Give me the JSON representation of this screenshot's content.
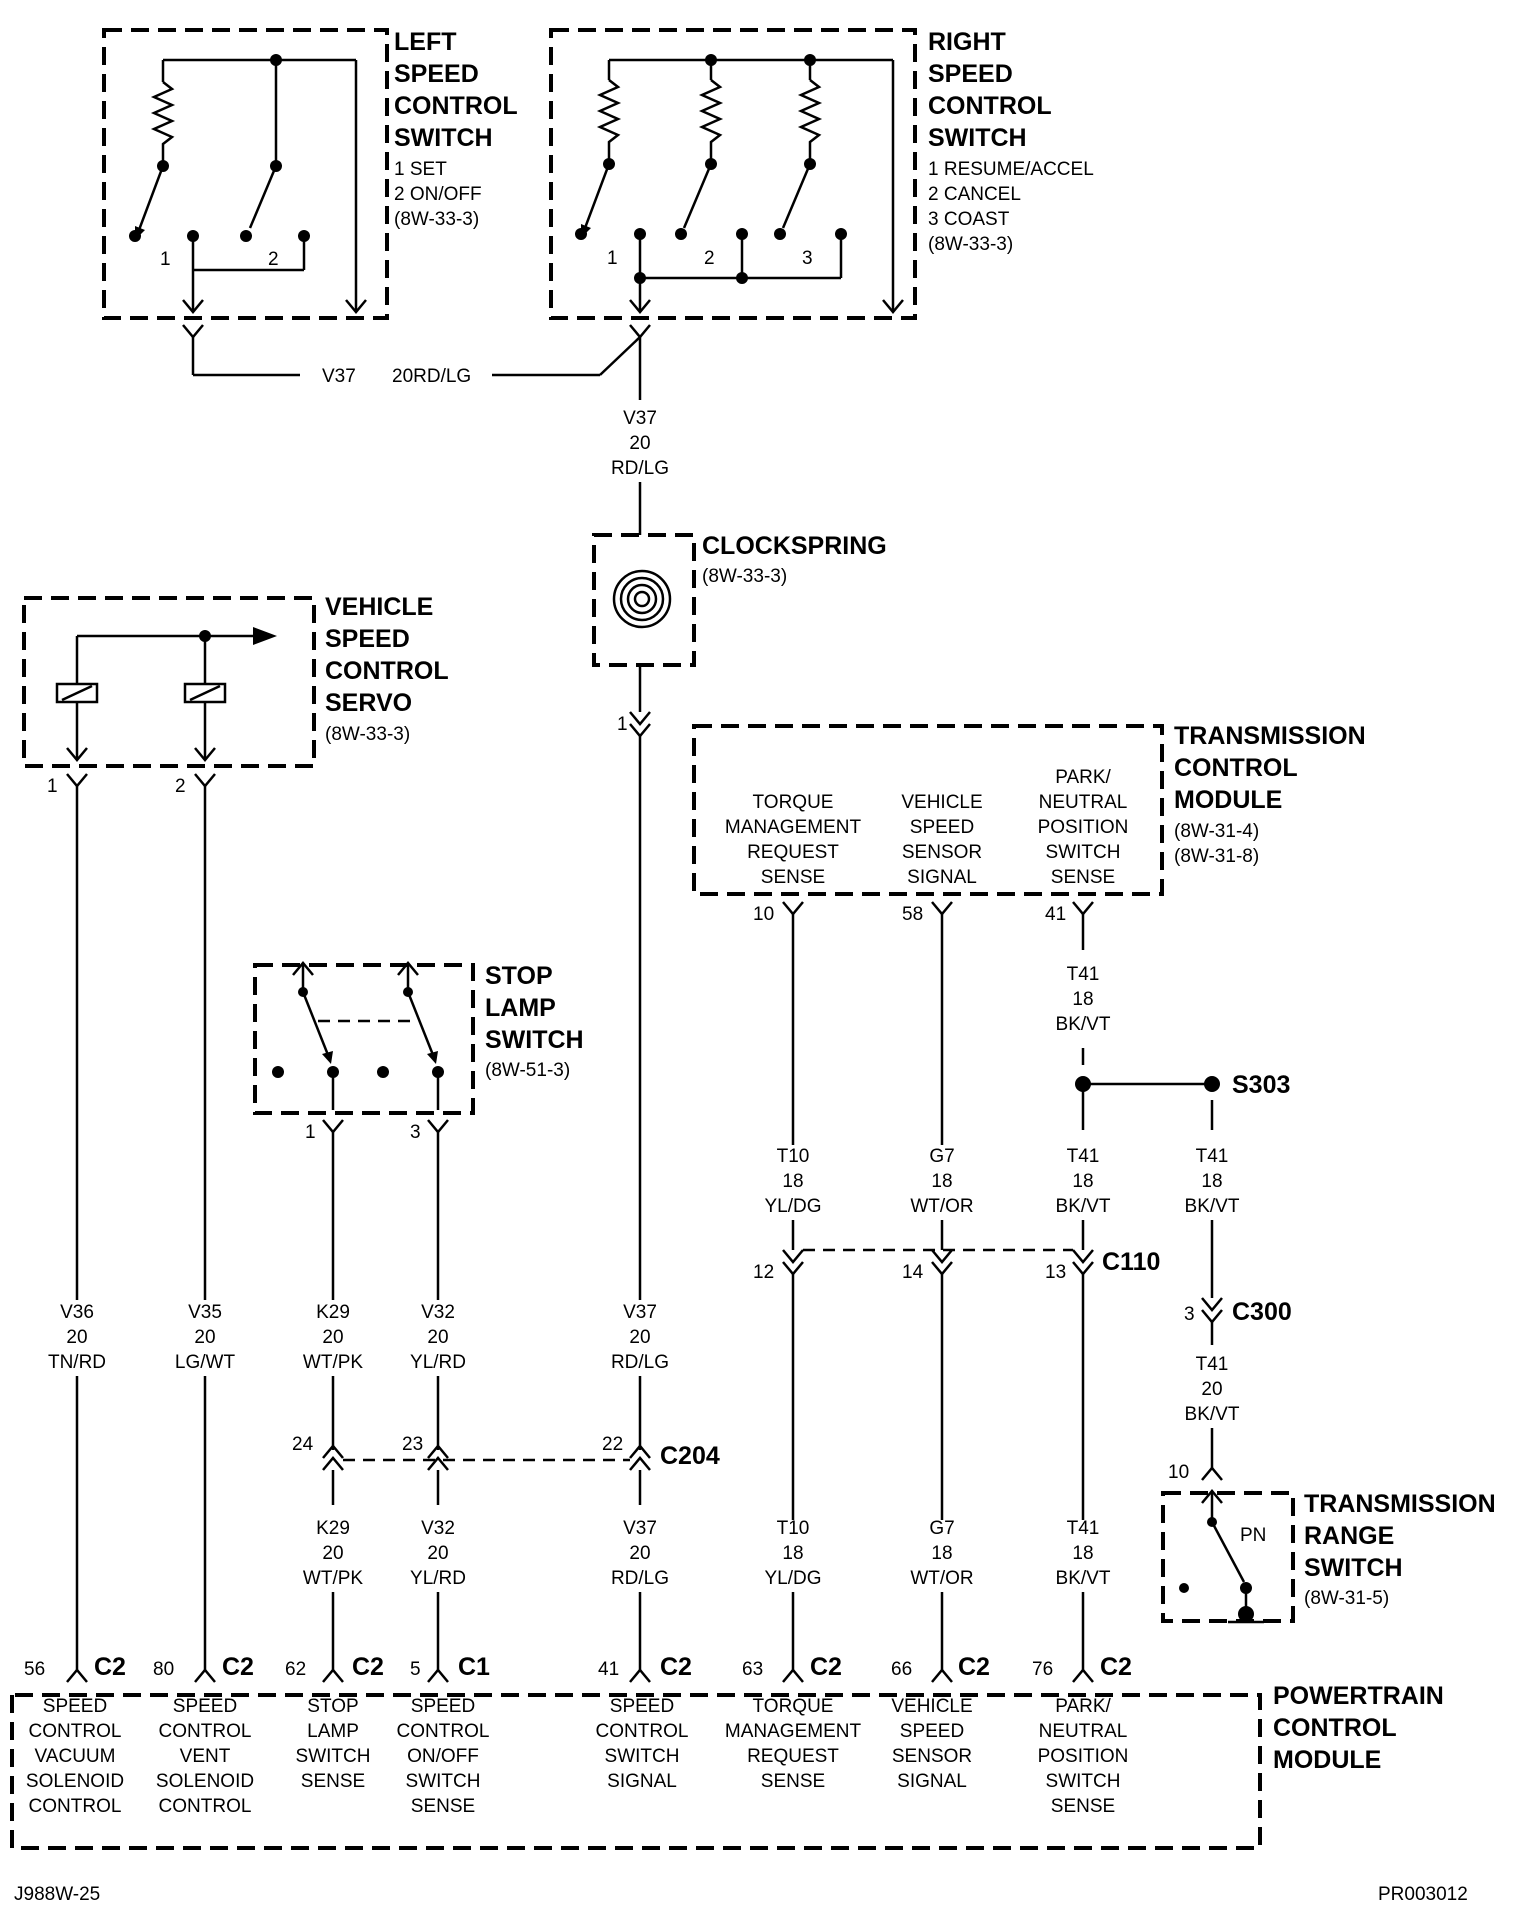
{
  "components": {
    "left_switch": {
      "lines": [
        "LEFT",
        "SPEED",
        "CONTROL",
        "SWITCH"
      ],
      "details": [
        "1 SET",
        "2 ON/OFF",
        "(8W-33-3)"
      ],
      "pins": [
        "1",
        "2"
      ]
    },
    "right_switch": {
      "lines": [
        "RIGHT",
        "SPEED",
        "CONTROL",
        "SWITCH"
      ],
      "details": [
        "1 RESUME/ACCEL",
        "2 CANCEL",
        "3 COAST",
        "(8W-33-3)"
      ],
      "pins": [
        "1",
        "2",
        "3"
      ]
    },
    "clockspring": {
      "lines": [
        "CLOCKSPRING"
      ],
      "details": [
        "(8W-33-3)"
      ]
    },
    "servo": {
      "lines": [
        "VEHICLE",
        "SPEED",
        "CONTROL",
        "SERVO"
      ],
      "details": [
        "(8W-33-3)"
      ]
    },
    "tcm": {
      "lines": [
        "TRANSMISSION",
        "CONTROL",
        "MODULE"
      ],
      "details": [
        "(8W-31-4)",
        "(8W-31-8)"
      ],
      "inputs": [
        [
          "TORQUE",
          "MANAGEMENT",
          "REQUEST",
          "SENSE"
        ],
        [
          "VEHICLE",
          "SPEED",
          "SENSOR",
          "SIGNAL"
        ],
        [
          "PARK/",
          "NEUTRAL",
          "POSITION",
          "SWITCH",
          "SENSE"
        ]
      ]
    },
    "stop_lamp": {
      "lines": [
        "STOP",
        "LAMP",
        "SWITCH"
      ],
      "details": [
        "(8W-51-3)"
      ]
    },
    "trs": {
      "lines": [
        "TRANSMISSION",
        "RANGE",
        "SWITCH"
      ],
      "details": [
        "(8W-31-5)"
      ],
      "contact": "PN"
    },
    "pcm": {
      "lines": [
        "POWERTRAIN",
        "CONTROL",
        "MODULE"
      ],
      "inputs": [
        [
          "SPEED",
          "CONTROL",
          "VACUUM",
          "SOLENOID",
          "CONTROL"
        ],
        [
          "SPEED",
          "CONTROL",
          "VENT",
          "SOLENOID",
          "CONTROL"
        ],
        [
          "STOP",
          "LAMP",
          "SWITCH",
          "SENSE"
        ],
        [
          "SPEED",
          "CONTROL",
          "ON/OFF",
          "SWITCH",
          "SENSE"
        ],
        [
          "SPEED",
          "CONTROL",
          "SWITCH",
          "SIGNAL"
        ],
        [
          "TORQUE",
          "MANAGEMENT",
          "REQUEST",
          "SENSE"
        ],
        [
          "VEHICLE",
          "SPEED",
          "SENSOR",
          "SIGNAL"
        ],
        [
          "PARK/",
          "NEUTRAL",
          "POSITION",
          "SWITCH",
          "SENSE"
        ]
      ]
    }
  },
  "wire_inline": [
    "V37",
    "20RD/LG"
  ],
  "wires": [
    [
      "V37",
      "20",
      "RD/LG"
    ],
    [
      "V36",
      "20",
      "TN/RD"
    ],
    [
      "V35",
      "20",
      "LG/WT"
    ],
    [
      "K29",
      "20",
      "WT/PK"
    ],
    [
      "V32",
      "20",
      "YL/RD"
    ],
    [
      "V37",
      "20",
      "RD/LG"
    ],
    [
      "K29",
      "20",
      "WT/PK"
    ],
    [
      "V32",
      "20",
      "YL/RD"
    ],
    [
      "V37",
      "20",
      "RD/LG"
    ],
    [
      "T41",
      "18",
      "BK/VT"
    ],
    [
      "T10",
      "18",
      "YL/DG"
    ],
    [
      "G7",
      "18",
      "WT/OR"
    ],
    [
      "T41",
      "18",
      "BK/VT"
    ],
    [
      "T41",
      "18",
      "BK/VT"
    ],
    [
      "T41",
      "20",
      "BK/VT"
    ],
    [
      "T10",
      "18",
      "YL/DG"
    ],
    [
      "G7",
      "18",
      "WT/OR"
    ],
    [
      "T41",
      "18",
      "BK/VT"
    ]
  ],
  "pins": {
    "clockspring_out": "1",
    "servo": [
      "1",
      "2"
    ],
    "stop_lamp": [
      "1",
      "3"
    ],
    "tcm": [
      "10",
      "58",
      "41"
    ],
    "c110": [
      "12",
      "14",
      "13"
    ],
    "c300": "3",
    "c204": [
      "24",
      "23",
      "22"
    ],
    "trs": "10",
    "pcm": [
      "56",
      "80",
      "62",
      "5",
      "41",
      "63",
      "66",
      "76"
    ]
  },
  "connectors": {
    "c110": "C110",
    "c300": "C300",
    "c204": "C204",
    "s303": "S303",
    "pcm": [
      "C2",
      "C2",
      "C2",
      "C1",
      "C2",
      "C2",
      "C2",
      "C2"
    ]
  },
  "footer": {
    "left": "J988W-25",
    "right": "PR003012"
  }
}
